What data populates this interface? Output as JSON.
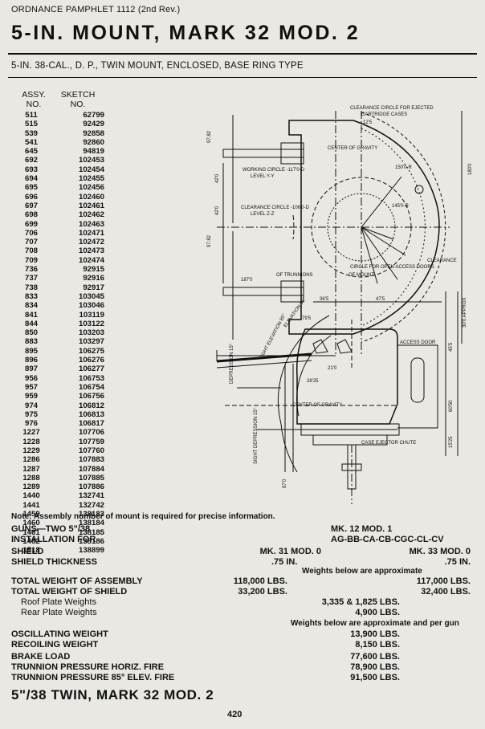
{
  "publication": "ORDNANCE PAMPHLET 1112 (2nd Rev.)",
  "title": "5-IN. MOUNT, MARK 32 MOD. 2",
  "subtitle": "5-IN. 38-CAL., D. P., TWIN MOUNT, ENCLOSED, BASE RING TYPE",
  "assy_table": {
    "assy_header": [
      "ASSY.",
      "NO."
    ],
    "sketch_header": [
      "SKETCH",
      "NO."
    ],
    "rows": [
      [
        "511",
        "62799"
      ],
      [
        "515",
        "92429"
      ],
      [
        "539",
        "92858"
      ],
      [
        "541",
        "92860"
      ],
      [
        "645",
        "94819"
      ],
      [
        "692",
        "102453"
      ],
      [
        "693",
        "102454"
      ],
      [
        "694",
        "102455"
      ],
      [
        "695",
        "102456"
      ],
      [
        "696",
        "102460"
      ],
      [
        "697",
        "102461"
      ],
      [
        "698",
        "102462"
      ],
      [
        "699",
        "102463"
      ],
      [
        "706",
        "102471"
      ],
      [
        "707",
        "102472"
      ],
      [
        "708",
        "102473"
      ],
      [
        "709",
        "102474"
      ],
      [
        "736",
        "92915"
      ],
      [
        "737",
        "92916"
      ],
      [
        "738",
        "92917"
      ],
      [
        "833",
        "103045"
      ],
      [
        "834",
        "103046"
      ],
      [
        "841",
        "103119"
      ],
      [
        "844",
        "103122"
      ],
      [
        "850",
        "103203"
      ],
      [
        "883",
        "103297"
      ],
      [
        "895",
        "106275"
      ],
      [
        "896",
        "106276"
      ],
      [
        "897",
        "106277"
      ],
      [
        "956",
        "106753"
      ],
      [
        "957",
        "106754"
      ],
      [
        "959",
        "106756"
      ],
      [
        "974",
        "106812"
      ],
      [
        "975",
        "106813"
      ],
      [
        "976",
        "106817"
      ],
      [
        "1227",
        "107706"
      ],
      [
        "1228",
        "107759"
      ],
      [
        "1229",
        "107760"
      ],
      [
        "1286",
        "107883"
      ],
      [
        "1287",
        "107884"
      ],
      [
        "1288",
        "107885"
      ],
      [
        "1289",
        "107886"
      ],
      [
        "1440",
        "132741"
      ],
      [
        "1441",
        "132742"
      ],
      [
        "1459",
        "138183"
      ],
      [
        "1460",
        "138184"
      ],
      [
        "1461",
        "138185"
      ],
      [
        "1462",
        "138186"
      ],
      [
        "1518",
        "138899"
      ]
    ]
  },
  "note": "Note: Assembly number of mount is required for precise information.",
  "specs": {
    "guns": "GUNS—TWO 5\"/38",
    "installation_for": "INSTALLATION FOR",
    "installation_value": "MK. 12 MOD. 1",
    "installation_value2": "AG-BB-CA-CB-CGC-CL-CV",
    "shield": "SHIELD",
    "shield_a": "MK. 31 MOD. 0",
    "shield_b": "MK. 33 MOD. 0",
    "shield_thickness": "SHIELD THICKNESS",
    "thickness_a": ".75 IN.",
    "thickness_b": ".75 IN.",
    "approx_note": "Weights below are approximate",
    "total_assembly": "TOTAL WEIGHT OF ASSEMBLY",
    "total_assembly_a": "118,000 LBS.",
    "total_assembly_b": "117,000 LBS.",
    "total_shield": "TOTAL WEIGHT OF SHIELD",
    "total_shield_a": "33,200 LBS.",
    "total_shield_b": "32,400 LBS.",
    "roof_plate": "Roof Plate Weights",
    "roof_plate_val": "3,335 & 1,825 LBS.",
    "rear_plate": "Rear Plate Weights",
    "rear_plate_val": "4,900 LBS.",
    "per_gun_note": "Weights below are approximate and per gun",
    "oscillating": "OSCILLATING WEIGHT",
    "oscillating_val": "13,900 LBS.",
    "recoiling": "RECOILING WEIGHT",
    "recoiling_val": "8,150 LBS.",
    "brake": "BRAKE LOAD",
    "brake_val": "77,600 LBS.",
    "trunnion_h": "TRUNNION PRESSURE HORIZ. FIRE",
    "trunnion_h_val": "78,900 LBS.",
    "trunnion_85": "TRUNNION PRESSURE 85° ELEV. FIRE",
    "trunnion_85_val": "91,500 LBS."
  },
  "drawing_labels": {
    "clearance_ejected": "CLEARANCE CIRCLE FOR EJECTED",
    "cartridge_cases": "CARTRIDGE CASES",
    "center_gravity": "CENTER OF GRAVITY",
    "working_circle": "WORKING CIRCLE -117'0-D",
    "level_yy": "LEVEL Y-Y",
    "clearance_circle": "CLEARANCE CIRCLE -106'0-D",
    "level_zz": "LEVEL Z-Z",
    "clearance": "CLEARANCE",
    "circle_open_doors": "CIRCLE FOR OPEN ACCESS DOORS",
    "of_trunnions": "OF TRUNNIONS",
    "of_mount": "OF MOUNT",
    "dim_187": "187'0",
    "dim_97_82_top": "97.82",
    "dim_97_82_bot": "97.82",
    "dim_42_top": "42'0",
    "dim_42_bot": "42'0",
    "dim_180": "180'0",
    "dim_12_5": "12'5",
    "dim_150r": "150'0-R",
    "dim_145r": "145'0-R",
    "sight_elevation": "SIGHT ELEVATION 85°",
    "elevation": "ELEVATION 85°",
    "sight_depression": "SIGHT DEPRESSION 15°",
    "depression": "DEPRESSION 15°",
    "access_door": "ACCESS DOOR",
    "center_gravity_side": "CENTER OF GRAVITY",
    "case_chute": "CASE EJECTOR CHUTE",
    "dim_36_5": "36'5",
    "dim_47_5": "47'5",
    "dim_79_5": "79'5",
    "dim_21": "21'0",
    "dim_28_25": "28'25",
    "dim_45_5": "45'5",
    "dim_30": "30'0 APPROX",
    "dim_60_50": "60'50",
    "dim_15_25": "15'25",
    "dim_87": "87'0"
  },
  "footer_title": "5\"/38 TWIN, MARK 32 MOD. 2",
  "page_number": "420"
}
